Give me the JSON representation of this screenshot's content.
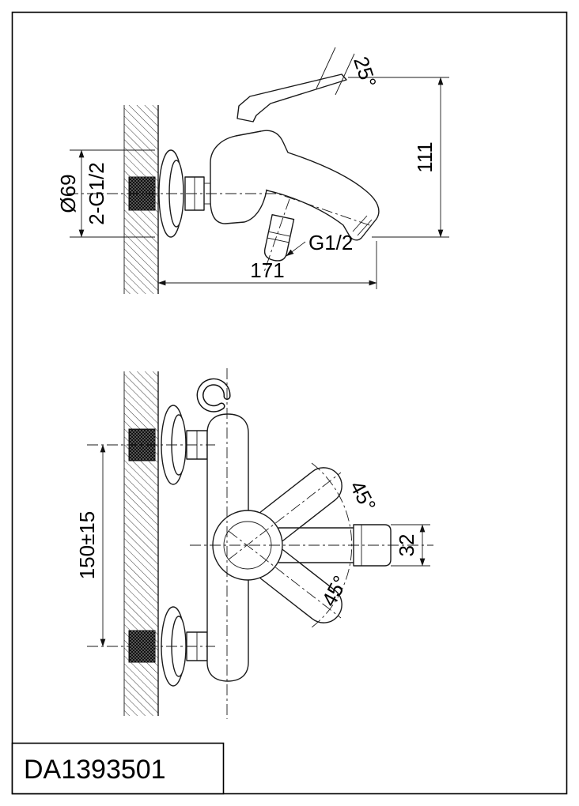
{
  "drawing": {
    "part_number": "DA1393501",
    "top_view": {
      "lever_angle": "25°",
      "height": "111",
      "flange_diameter": "Ø69",
      "wall_connection": "2-G1/2",
      "handshower_connection": "G1/2",
      "reach": "171"
    },
    "front_view": {
      "inlet_spacing": "150±15",
      "swing_upper": "45°",
      "swing_lower": "45°",
      "outlet_width": "32"
    }
  },
  "colors": {
    "line": "#1a1a1a",
    "paper": "#ffffff"
  }
}
